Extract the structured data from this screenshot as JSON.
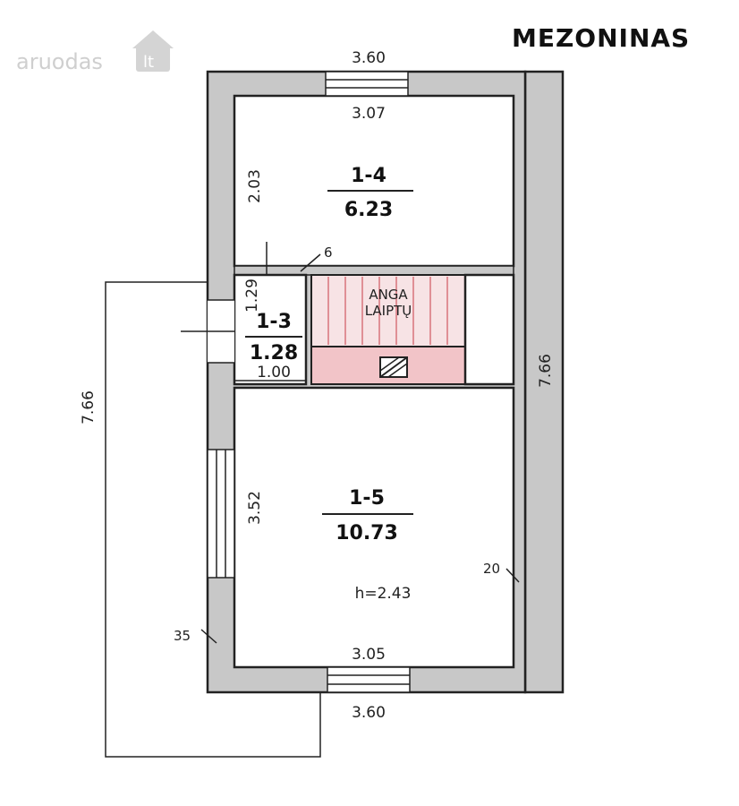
{
  "logo": {
    "text": "aruodas",
    "tld": "lt"
  },
  "title": "MEZONINAS",
  "rooms": [
    {
      "id": "1-4",
      "area": "6.23"
    },
    {
      "id": "1-3",
      "area": "1.28"
    },
    {
      "id": "1-5",
      "area": "10.73"
    }
  ],
  "stair_opening": {
    "line1": "ANGA",
    "line2": "LAIPTŲ"
  },
  "dimensions": {
    "top_outer": "3.60",
    "top_inner": "3.07",
    "room14_height": "2.03",
    "wall_small": "6",
    "room13_height": "1.29",
    "room13_width": "1.00",
    "left_total": "7.66",
    "right_total": "7.66",
    "room15_height": "3.52",
    "wall_20": "20",
    "wall_35": "35",
    "bottom_inner": "3.05",
    "bottom_outer": "3.60",
    "ceiling_height": "h=2.43"
  },
  "colors": {
    "wall": "#c8c8c8",
    "stair_fill": "#f2c4c8",
    "stair_lines": "#d9737b"
  }
}
